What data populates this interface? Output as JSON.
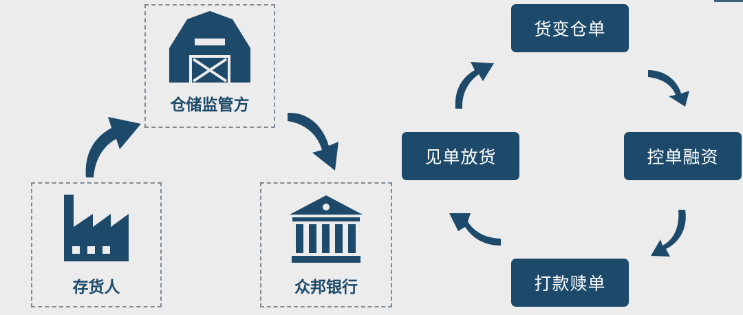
{
  "parties": {
    "depositor": "存货人",
    "warehouse_supervisor": "仓储监管方",
    "bank": "众邦银行"
  },
  "cycle_steps": {
    "top": "货变仓单",
    "right": "控单融资",
    "bottom": "打款赎单",
    "left": "见单放货"
  },
  "icons": {
    "depositor": "factory-icon",
    "warehouse_supervisor": "barn-icon",
    "bank": "bank-icon"
  },
  "colors": {
    "primary": "#1d4a6b",
    "background": "#ececec",
    "dashed_border": "#7f8a92"
  }
}
